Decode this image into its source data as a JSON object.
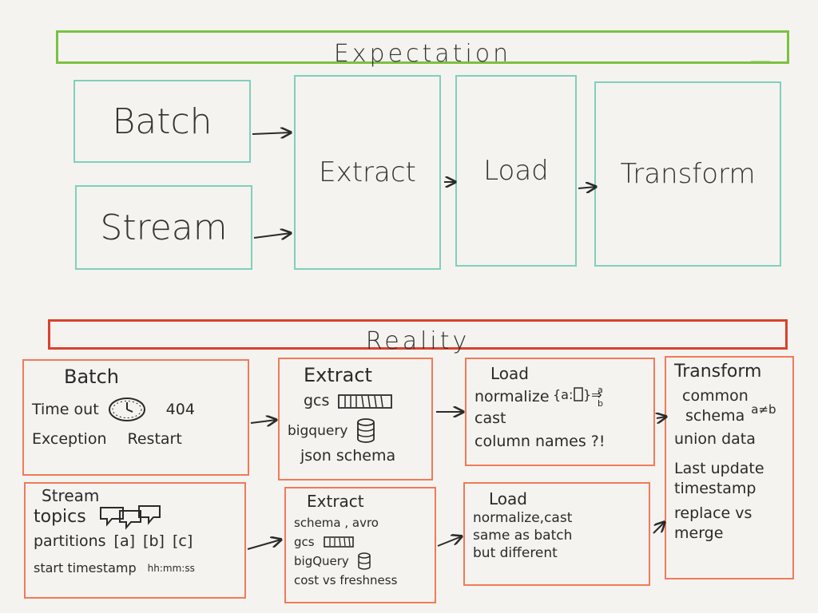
{
  "expectation": {
    "title": "Expectation",
    "batch": "Batch",
    "stream": "Stream",
    "extract": "Extract",
    "load": "Load",
    "transform": "Transform"
  },
  "reality": {
    "title": "Reality",
    "batch": {
      "title": "Batch",
      "timeout": "Time out",
      "code": "404",
      "exception": "Exception",
      "restart": "Restart"
    },
    "extract_batch": {
      "title": "Extract",
      "gcs": "gcs",
      "bigquery": "bigquery",
      "json_schema": "json schema"
    },
    "load_batch": {
      "title": "Load",
      "normalize": "normalize",
      "cast": "cast",
      "column_names": "column names ?!"
    },
    "transform": {
      "title": "Transform",
      "common": "common",
      "schema": "schema",
      "a_ne_b": "a≠b",
      "union": "union data",
      "last_update": "Last update",
      "timestamp": "timestamp",
      "replace": "replace vs",
      "merge": "merge"
    },
    "stream": {
      "title": "Stream",
      "topics": "topics",
      "partitions": "partitions",
      "part_a": "a",
      "part_b": "b",
      "part_c": "c",
      "start_ts": "start timestamp",
      "ts_format": "hh:mm:ss"
    },
    "extract_stream": {
      "title": "Extract",
      "schema_avro": "schema , avro",
      "gcs": "gcs",
      "bigquery": "bigQuery",
      "cost": "cost vs freshness"
    },
    "load_stream": {
      "title": "Load",
      "normalize_cast": "normalize,cast",
      "same": "same as batch",
      "different": "but different"
    }
  },
  "colors": {
    "expectation_banner": "#7bc142",
    "reality_banner": "#d9412e",
    "expectation_boxes": "#7fcfc0",
    "reality_boxes": "#f07a5a",
    "ink": "#2a2a2a"
  }
}
